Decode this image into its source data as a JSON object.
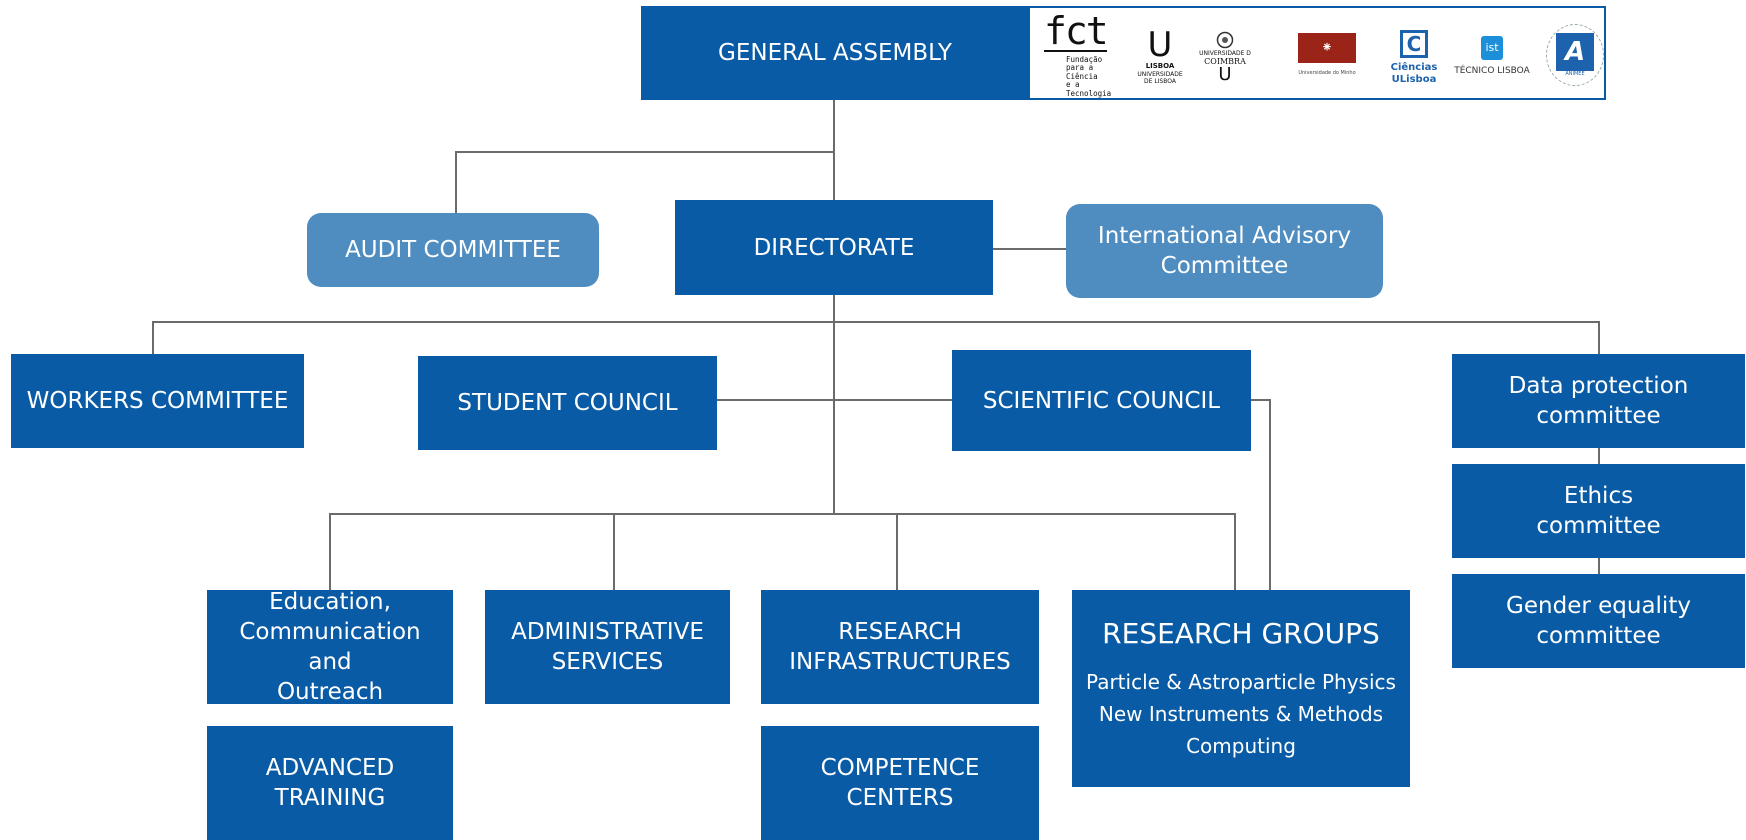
{
  "general_assembly": "GENERAL ASSEMBLY",
  "audit_committee": "AUDIT COMMITTEE",
  "directorate": "DIRECTORATE",
  "international_advisory": [
    "International Advisory",
    "Committee"
  ],
  "workers_committee": "WORKERS COMMITTEE",
  "student_council": "STUDENT COUNCIL",
  "scientific_council": "SCIENTIFIC COUNCIL",
  "data_protection": [
    "Data protection",
    "committee"
  ],
  "ethics": [
    "Ethics",
    "committee"
  ],
  "gender_equality": [
    "Gender equality",
    "committee"
  ],
  "education": [
    "Education,",
    "Communication and",
    "Outreach"
  ],
  "administrative": [
    "ADMINISTRATIVE",
    "SERVICES"
  ],
  "research_infrastructures": [
    "RESEARCH",
    "INFRASTRUCTURES"
  ],
  "research_groups": {
    "title": "RESEARCH GROUPS",
    "items": [
      "Particle & Astroparticle Physics",
      "New Instruments & Methods",
      "Computing"
    ]
  },
  "advanced_training": [
    "ADVANCED",
    "TRAINING"
  ],
  "competence_centers": [
    "COMPETENCE",
    "CENTERS"
  ],
  "logos": {
    "fct": {
      "mark": "fct",
      "text": [
        "Fundação",
        "para a Ciência",
        "e a Tecnologia"
      ]
    },
    "ulisboa": {
      "mark": "U",
      "name": "LISBOA",
      "sub": [
        "UNIVERSIDADE",
        "DE LISBOA"
      ]
    },
    "coimbra": {
      "name": [
        "UNIVERSIDADE D",
        "COIMBRA"
      ],
      "mark": "U"
    },
    "uminho": {
      "name": "Universidade do Minho"
    },
    "ciencias": {
      "mark": "C",
      "name": [
        "Ciências",
        "ULisboa"
      ]
    },
    "tecnico": {
      "mark": "ist",
      "name": "TÉCNICO LISBOA"
    },
    "animee": {
      "mark": "A",
      "name": "ANIMEE"
    }
  },
  "colors": {
    "primary": "#0a5ba5",
    "light": "#4f8cc0",
    "connector": "#6b6b6b",
    "uminho_red": "#9b2418",
    "ciencias_blue": "#1d62ad"
  }
}
